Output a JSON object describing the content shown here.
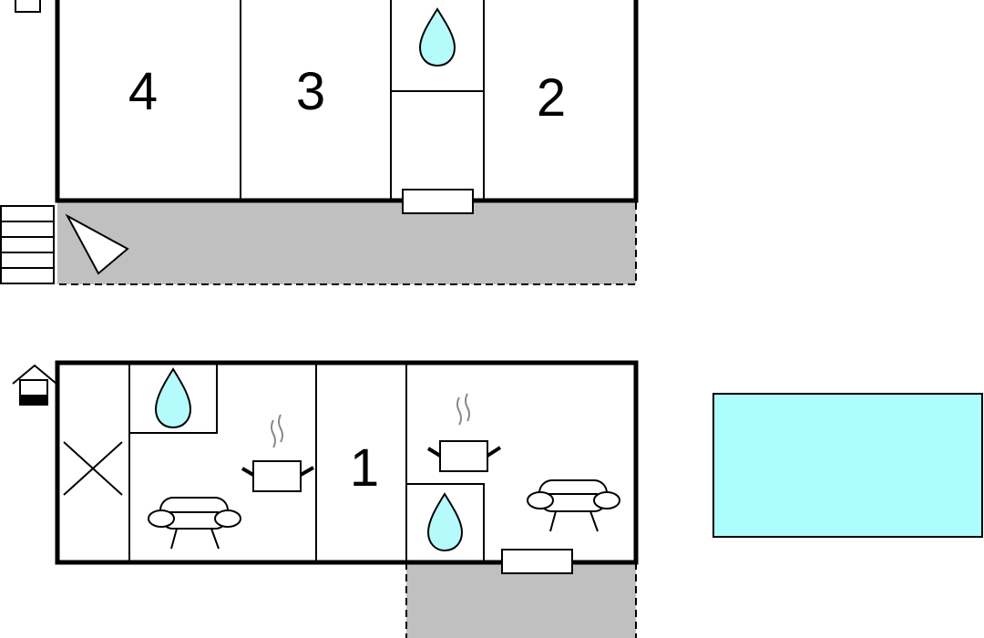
{
  "colors": {
    "wall": "#000000",
    "terrace": "#c0c0c0",
    "water": "#b6fbfb",
    "pool": "#adfdfd",
    "background": "#ffffff"
  },
  "upper_floor": {
    "rooms": [
      {
        "label": "4"
      },
      {
        "label": "3"
      },
      {
        "label": "2"
      }
    ],
    "icons": [
      "bathroom-water-drop-icon",
      "window-icon",
      "stairs-icon",
      "door-swing-icon"
    ]
  },
  "ground_floor": {
    "rooms": [
      {
        "label": "1"
      }
    ],
    "icons": [
      "house-icon",
      "bathroom-water-drop-icon",
      "kitchen-pot-icon",
      "sofa-icon",
      "window-icon",
      "cross-icon"
    ]
  },
  "pool": {
    "icon": "swimming-pool"
  }
}
